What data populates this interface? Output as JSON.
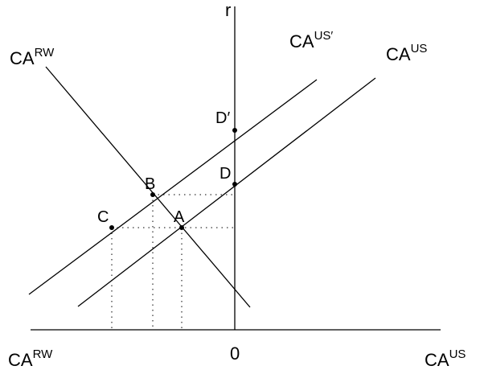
{
  "axes": {
    "y_label": "r",
    "origin_label": "0",
    "x_left_label": {
      "base": "CA",
      "sup": "RW"
    },
    "x_right_label": {
      "base": "CA",
      "sup": "US"
    }
  },
  "curves": {
    "ca_rw": {
      "base": "CA",
      "sup": "RW"
    },
    "ca_us_prime": {
      "base": "CA",
      "sup": "US′"
    },
    "ca_us": {
      "base": "CA",
      "sup": "US"
    }
  },
  "points": {
    "A": "A",
    "B": "B",
    "C": "C",
    "D": "D",
    "D_prime": "D′"
  },
  "colors": {
    "line": "#000000",
    "background": "#ffffff"
  }
}
